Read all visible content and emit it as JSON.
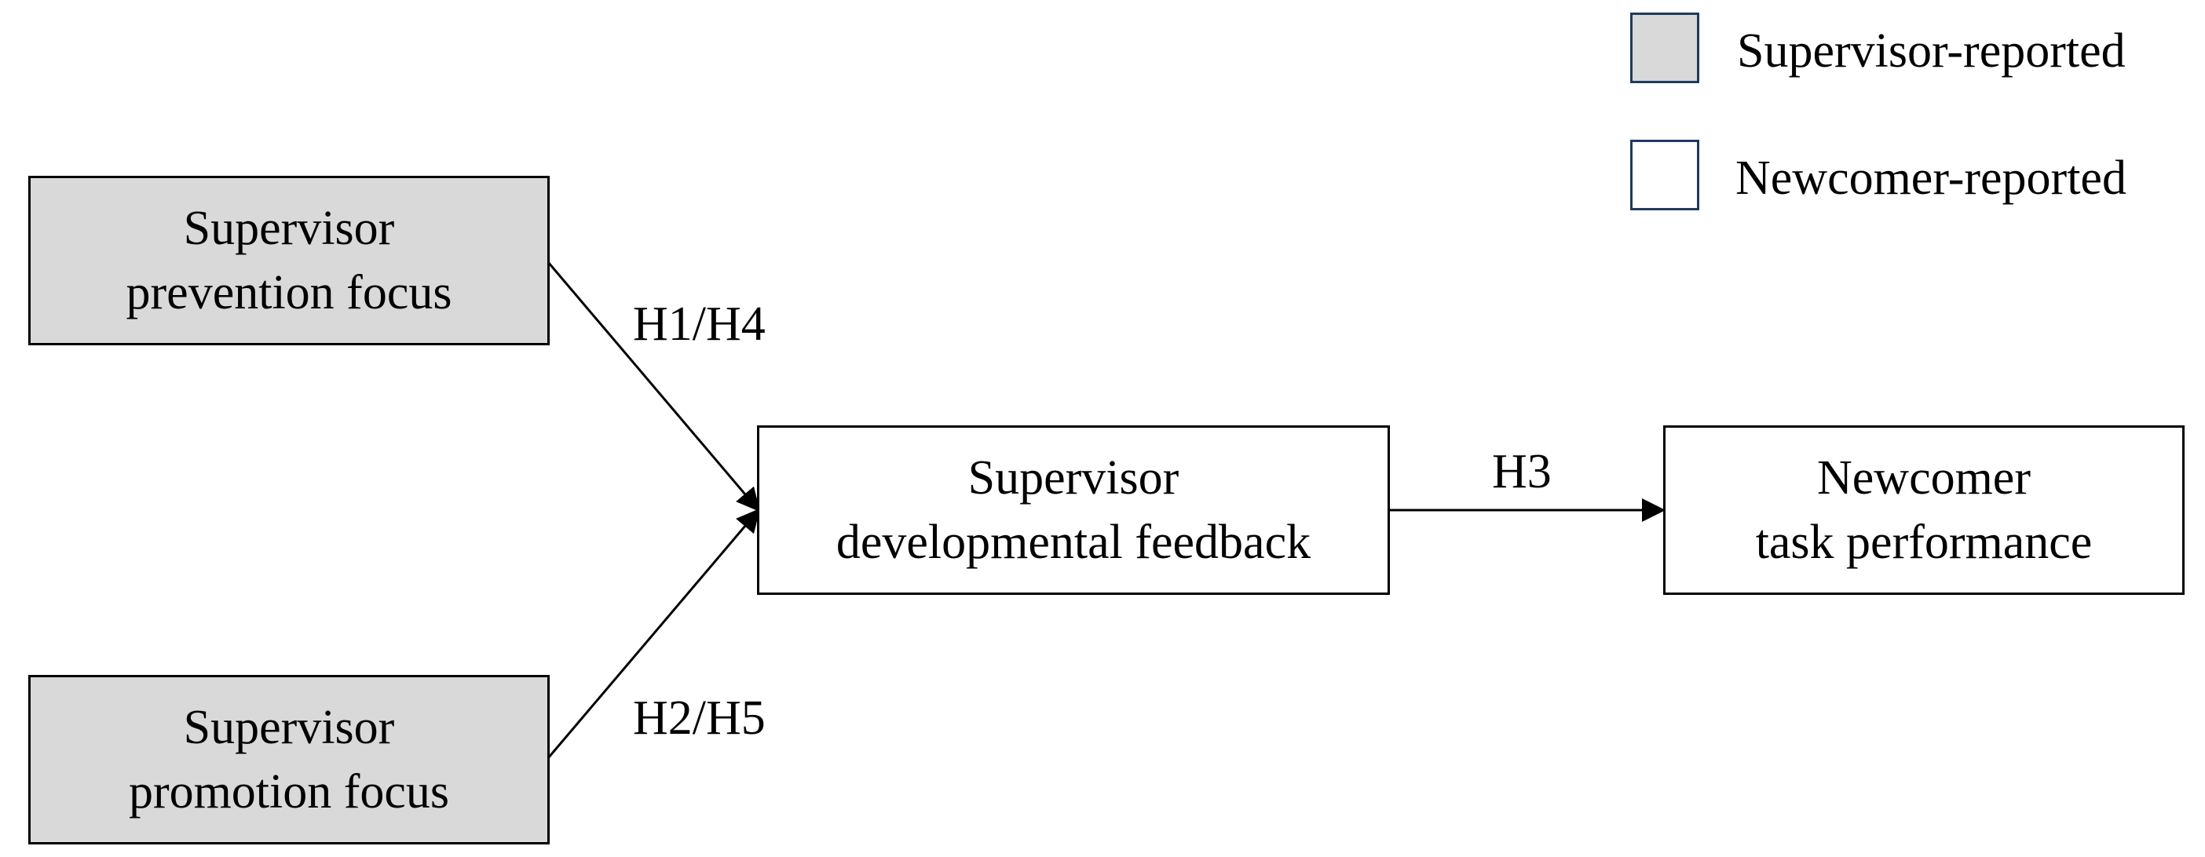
{
  "colors": {
    "supervisor_reported_fill": "#d9d9d9",
    "newcomer_reported_fill": "#ffffff",
    "line": "#000000"
  },
  "legend": {
    "supervisor": "Supervisor-reported",
    "newcomer": "Newcomer-reported"
  },
  "nodes": {
    "prevention": {
      "line1": "Supervisor",
      "line2": "prevention focus"
    },
    "promotion": {
      "line1": "Supervisor",
      "line2": "promotion focus"
    },
    "feedback": {
      "line1": "Supervisor",
      "line2": "developmental feedback"
    },
    "performance": {
      "line1": "Newcomer",
      "line2": "task performance"
    }
  },
  "edges": {
    "prevention_to_feedback": "H1/H4",
    "promotion_to_feedback": "H2/H5",
    "feedback_to_performance": "H3"
  }
}
